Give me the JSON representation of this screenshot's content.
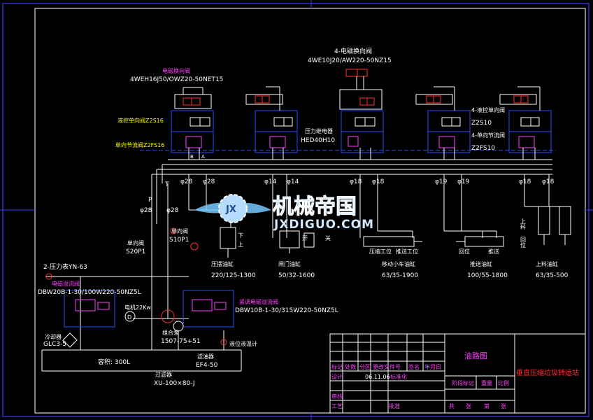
{
  "colors": {
    "bg": "#000000",
    "frame": "#3a3aff",
    "white": "#ffffff",
    "yellow": "#ffff00",
    "magenta": "#ff40ff",
    "red": "#ff3030",
    "cyan": "#00ffff",
    "blue": "#2a4cff",
    "watermark": "#78c8ff",
    "watermark_text": "#cfe8ff"
  },
  "valves": {
    "v1": {
      "title": "电磁换向阀",
      "model": "4WEH16J50/OWZ20-50NET15",
      "check_label": "液控单向阀Z2S16",
      "throttle_label": "单向节流阀Z2FS16",
      "port_b": "B",
      "port_a": "A"
    },
    "v3": {
      "title": "4-电磁换向阀",
      "model": "4WE10J20/AW220-50NZ15",
      "relay_label": "压力继电器",
      "relay_model": "HED40H10"
    },
    "v4": {
      "check_label": "4-液控单向阀",
      "check_model": "Z2S10",
      "throttle_label": "4-单向节流阀",
      "throttle_model": "Z2FS10"
    }
  },
  "pipes": {
    "sizes": [
      "φ28",
      "φ28",
      "φ14",
      "φ14",
      "φ18",
      "φ18",
      "φ19",
      "φ19",
      "φ18",
      "φ18"
    ],
    "p_label": "P",
    "t_label": "T",
    "p_size": "φ28",
    "t_size": "φ28"
  },
  "cylinders": [
    {
      "name": "压摆油缸",
      "spec": "220/125-1300",
      "arrows": [
        "下",
        "上"
      ]
    },
    {
      "name": "闸门油缸",
      "spec": "50/32-1600",
      "arrows": [
        "关",
        "开"
      ]
    },
    {
      "name": "移动小车油缸",
      "spec": "63/35-1900",
      "positions": [
        "压缩工位",
        "推送工位"
      ]
    },
    {
      "name": "推送油缸",
      "spec": "100/55-1800",
      "positions": [
        "回位",
        "推送"
      ]
    },
    {
      "name": "上料油缸",
      "spec": "63/35-500",
      "arrows": [
        "上料",
        "回位"
      ]
    }
  ],
  "pump_station": {
    "check1": {
      "label": "单向阀",
      "model": "S20P1"
    },
    "check2": {
      "label": "单向阀",
      "model": "S10P1"
    },
    "gauge": "2-压力表YN-63",
    "relief1": {
      "label": "电磁溢流阀",
      "model": "DBW20B-1-30/100W220-50NZ5L"
    },
    "relief2": {
      "label": "紧调电磁溢流阀",
      "model": "DBW10B-1-30/315W220-50NZ5L"
    },
    "motor": "电机22Kw",
    "motor_letter": "D",
    "pump": {
      "label": "组合泵",
      "model": "1507-75+51"
    },
    "cooler": {
      "label": "冷却器",
      "model": "GLC3-5"
    },
    "tank": "容积: 300L",
    "oil_filter": {
      "label": "滤油器",
      "model": "EF4-50"
    },
    "level_gauge": "液位液温计",
    "return_filter": {
      "label": "过滤器",
      "model": "XU-100×80-J"
    }
  },
  "watermark": {
    "cn": "机械帝国",
    "en": "JXDIGUO.COM",
    "badge": "JX"
  },
  "title_block": {
    "drawing_name": "油路图",
    "project": "垂直压缩垃圾转运站",
    "r1": [
      "标记",
      "处数",
      "分区",
      "更改文件号",
      "签名",
      "年月日"
    ],
    "r2": [
      "设计",
      "",
      "06.11.06",
      "标准化"
    ],
    "stage": "阶段标记",
    "weight": "重量",
    "scale": "比例",
    "r4": [
      "审核"
    ],
    "r5": [
      "工艺",
      "",
      "批准"
    ],
    "sheets": [
      "共",
      "张",
      "第",
      "张"
    ]
  }
}
